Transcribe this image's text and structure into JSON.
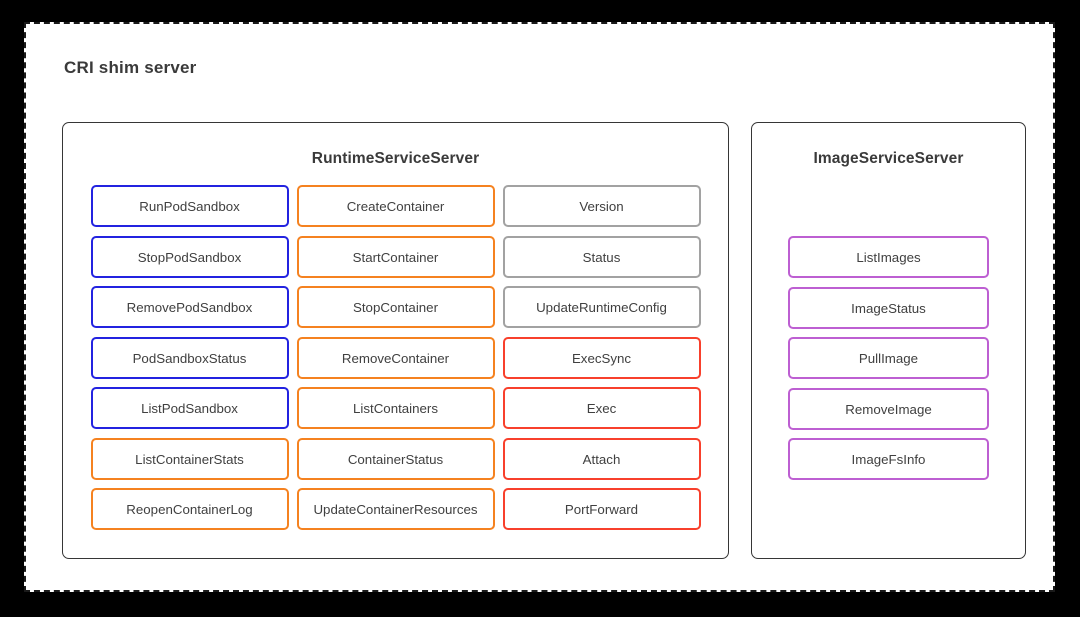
{
  "diagram": {
    "title": "CRI shim server",
    "background_color": "#000000",
    "canvas_color": "#ffffff",
    "canvas_border": "dashed #1a1a1a"
  },
  "colors": {
    "blue": "#2323e0",
    "orange": "#f58220",
    "gray": "#a2a2a2",
    "red": "#f8402c",
    "purple": "#bd5fd2",
    "panel_border": "#363636",
    "text": "#404040",
    "title_text": "#3a3a3a"
  },
  "panels": [
    {
      "id": "runtime-service-server",
      "title": "RuntimeServiceServer",
      "columns": [
        {
          "id": "column-sandbox",
          "boxes": [
            {
              "label": "RunPodSandbox",
              "color": "blue"
            },
            {
              "label": "StopPodSandbox",
              "color": "blue"
            },
            {
              "label": "RemovePodSandbox",
              "color": "blue"
            },
            {
              "label": "PodSandboxStatus",
              "color": "blue"
            },
            {
              "label": "ListPodSandbox",
              "color": "blue"
            },
            {
              "label": "ListContainerStats",
              "color": "orange"
            },
            {
              "label": "ReopenContainerLog",
              "color": "orange"
            }
          ]
        },
        {
          "id": "column-container",
          "boxes": [
            {
              "label": "CreateContainer",
              "color": "orange"
            },
            {
              "label": "StartContainer",
              "color": "orange"
            },
            {
              "label": "StopContainer",
              "color": "orange"
            },
            {
              "label": "RemoveContainer",
              "color": "orange"
            },
            {
              "label": "ListContainers",
              "color": "orange"
            },
            {
              "label": "ContainerStatus",
              "color": "orange"
            },
            {
              "label": "UpdateContainerResources",
              "color": "orange"
            }
          ]
        },
        {
          "id": "column-runtime-misc",
          "boxes": [
            {
              "label": "Version",
              "color": "gray"
            },
            {
              "label": "Status",
              "color": "gray"
            },
            {
              "label": "UpdateRuntimeConfig",
              "color": "gray"
            },
            {
              "label": "ExecSync",
              "color": "red"
            },
            {
              "label": "Exec",
              "color": "red"
            },
            {
              "label": "Attach",
              "color": "red"
            },
            {
              "label": "PortForward",
              "color": "red"
            }
          ]
        }
      ]
    },
    {
      "id": "image-service-server",
      "title": "ImageServiceServer",
      "columns": [
        {
          "id": "column-image",
          "boxes": [
            {
              "label": "ListImages",
              "color": "purple"
            },
            {
              "label": "ImageStatus",
              "color": "purple"
            },
            {
              "label": "PullImage",
              "color": "purple"
            },
            {
              "label": "RemoveImage",
              "color": "purple"
            },
            {
              "label": "ImageFsInfo",
              "color": "purple"
            }
          ]
        }
      ]
    }
  ]
}
